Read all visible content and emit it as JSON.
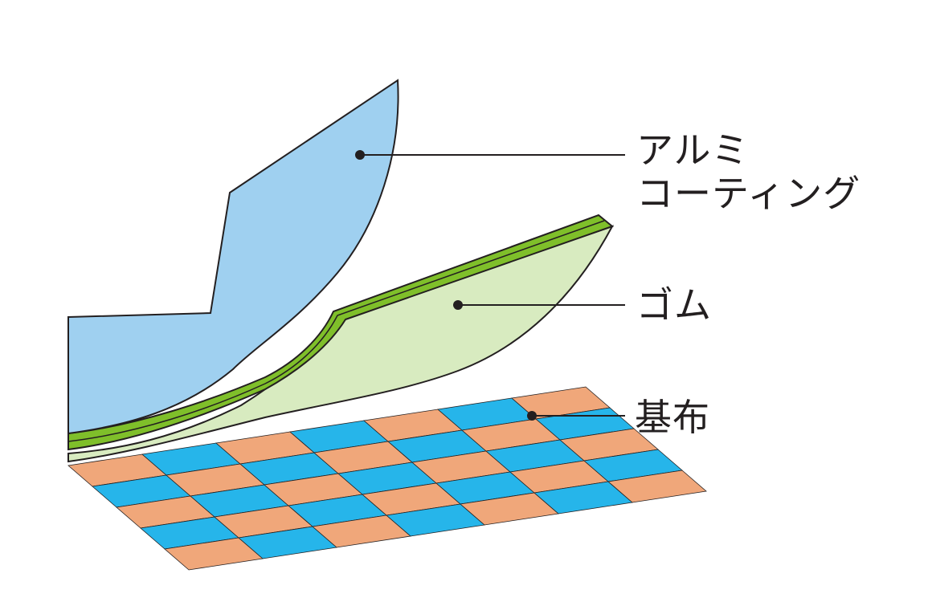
{
  "layers": [
    {
      "id": "aluminum",
      "label_lines": [
        "アルミ",
        "コーティング"
      ],
      "color": "#9fd0f0"
    },
    {
      "id": "rubber",
      "label_lines": [
        "ゴム"
      ],
      "color": "#d8ebc0",
      "edge_color": "#7fbf2a"
    },
    {
      "id": "base",
      "label_lines": [
        "基布"
      ],
      "color_warp": "#f0a77a",
      "color_weft": "#26b5ea"
    }
  ],
  "colors": {
    "outline": "#231f20",
    "leader": "#231f20"
  }
}
